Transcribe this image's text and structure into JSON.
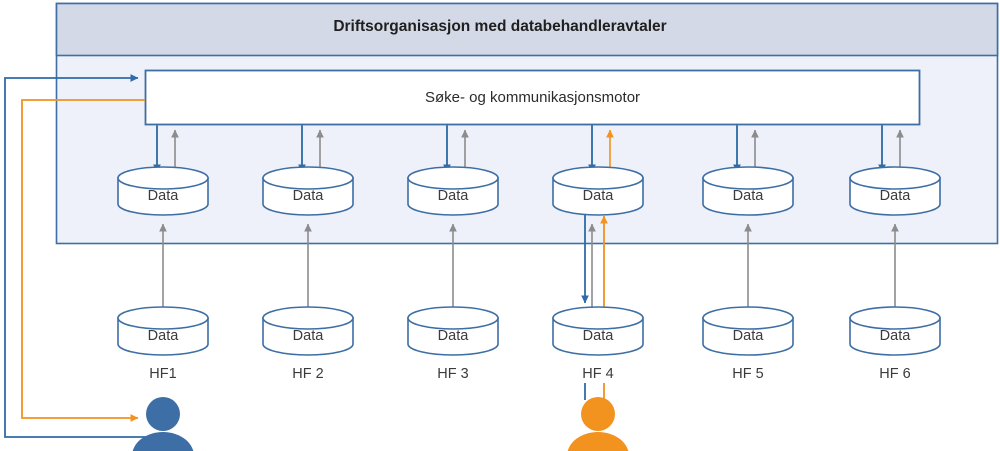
{
  "diagram": {
    "title": "Driftsorganisasjon med databehandleravtaler",
    "engine": {
      "label": "Søke- og kommunikasjonsmotor"
    },
    "central_stores": [
      {
        "label": "Data"
      },
      {
        "label": "Data"
      },
      {
        "label": "Data"
      },
      {
        "label": "Data"
      },
      {
        "label": "Data"
      },
      {
        "label": "Data"
      }
    ],
    "source_systems": [
      {
        "store_label": "Data",
        "name": "HF1"
      },
      {
        "store_label": "Data",
        "name": "HF 2"
      },
      {
        "store_label": "Data",
        "name": "HF 3"
      },
      {
        "store_label": "Data",
        "name": "HF 4"
      },
      {
        "store_label": "Data",
        "name": "HF 5"
      },
      {
        "store_label": "Data",
        "name": "HF 6"
      }
    ],
    "actors": [
      {
        "name": "user-blue",
        "color": "#3d6ea5"
      },
      {
        "name": "user-orange",
        "color": "#f2921f"
      }
    ],
    "colors": {
      "header_band": "#d3d9e6",
      "container_body": "#eef1f9",
      "border_blue": "#3d6ea5",
      "flow_blue": "#2f6ba8",
      "flow_gray": "#8c8c8c",
      "flow_orange": "#f2921f",
      "cylinder_stroke": "#3d6ea5",
      "cylinder_fill": "#ffffff"
    }
  }
}
